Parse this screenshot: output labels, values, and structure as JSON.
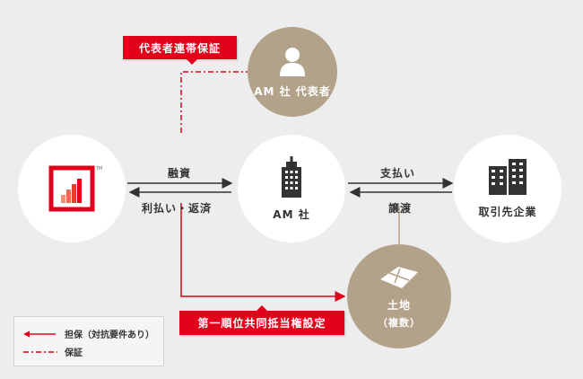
{
  "nodes": {
    "company_logo": {
      "tm": "TM"
    },
    "representative": {
      "label": "AM 社 代表者"
    },
    "am_company": {
      "label": "AM 社"
    },
    "partner": {
      "label": "取引先企業"
    },
    "land": {
      "label": "土地",
      "sub_label": "（複数）"
    }
  },
  "edges": {
    "financing": "融資",
    "repayment": "利払い・返済",
    "payment": "支払い",
    "transfer": "譲渡"
  },
  "tags": {
    "guarantee": "代表者連帯保証",
    "mortgage": "第一順位共同抵当権設定"
  },
  "legend": {
    "collateral": "担保（対抗要件あり）",
    "guarantee": "保証"
  },
  "colors": {
    "accent_red": "#e2001a",
    "tan": "#b3a28a",
    "arrow_dark": "#333333"
  }
}
